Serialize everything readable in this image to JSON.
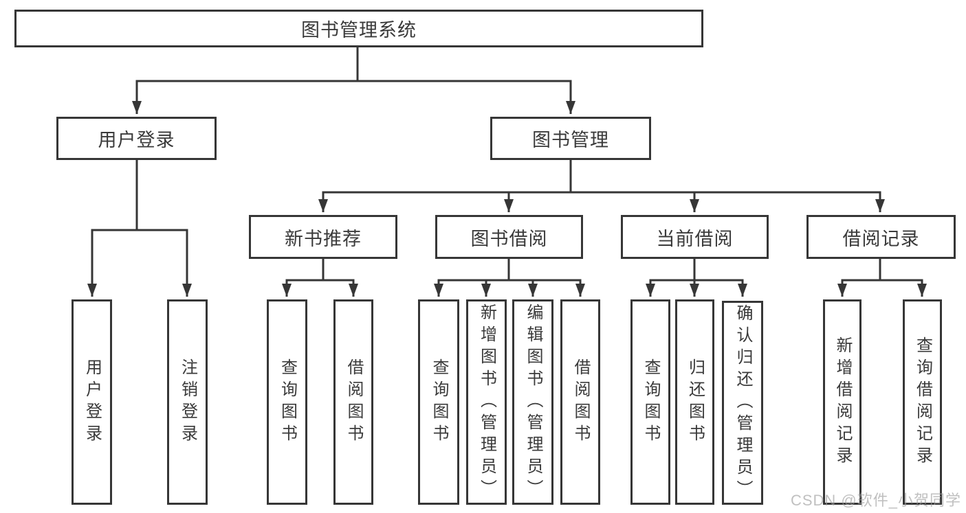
{
  "diagram": {
    "root": {
      "label": "图书管理系统"
    },
    "branches": [
      {
        "label": "用户登录",
        "children": [
          {
            "label": "用户登录"
          },
          {
            "label": "注销登录"
          }
        ]
      },
      {
        "label": "图书管理",
        "children": [
          {
            "label": "新书推荐",
            "children": [
              {
                "label": "查询图书"
              },
              {
                "label": "借阅图书"
              }
            ]
          },
          {
            "label": "图书借阅",
            "children": [
              {
                "label": "查询图书"
              },
              {
                "label": "新增图书（管理员）"
              },
              {
                "label": "编辑图书（管理员）"
              },
              {
                "label": "借阅图书"
              }
            ]
          },
          {
            "label": "当前借阅",
            "children": [
              {
                "label": "查询图书"
              },
              {
                "label": "归还图书"
              },
              {
                "label": "确认归还（管理员）"
              }
            ]
          },
          {
            "label": "借阅记录",
            "children": [
              {
                "label": "新增借阅记录"
              },
              {
                "label": "查询借阅记录"
              }
            ]
          }
        ]
      }
    ]
  },
  "colors": {
    "line": "#363636",
    "text": "#3a3a3a",
    "watermark": "#9e9e9e",
    "background": "#ffffff"
  },
  "watermark": {
    "text": "CSDN @软件_小贺同学"
  }
}
